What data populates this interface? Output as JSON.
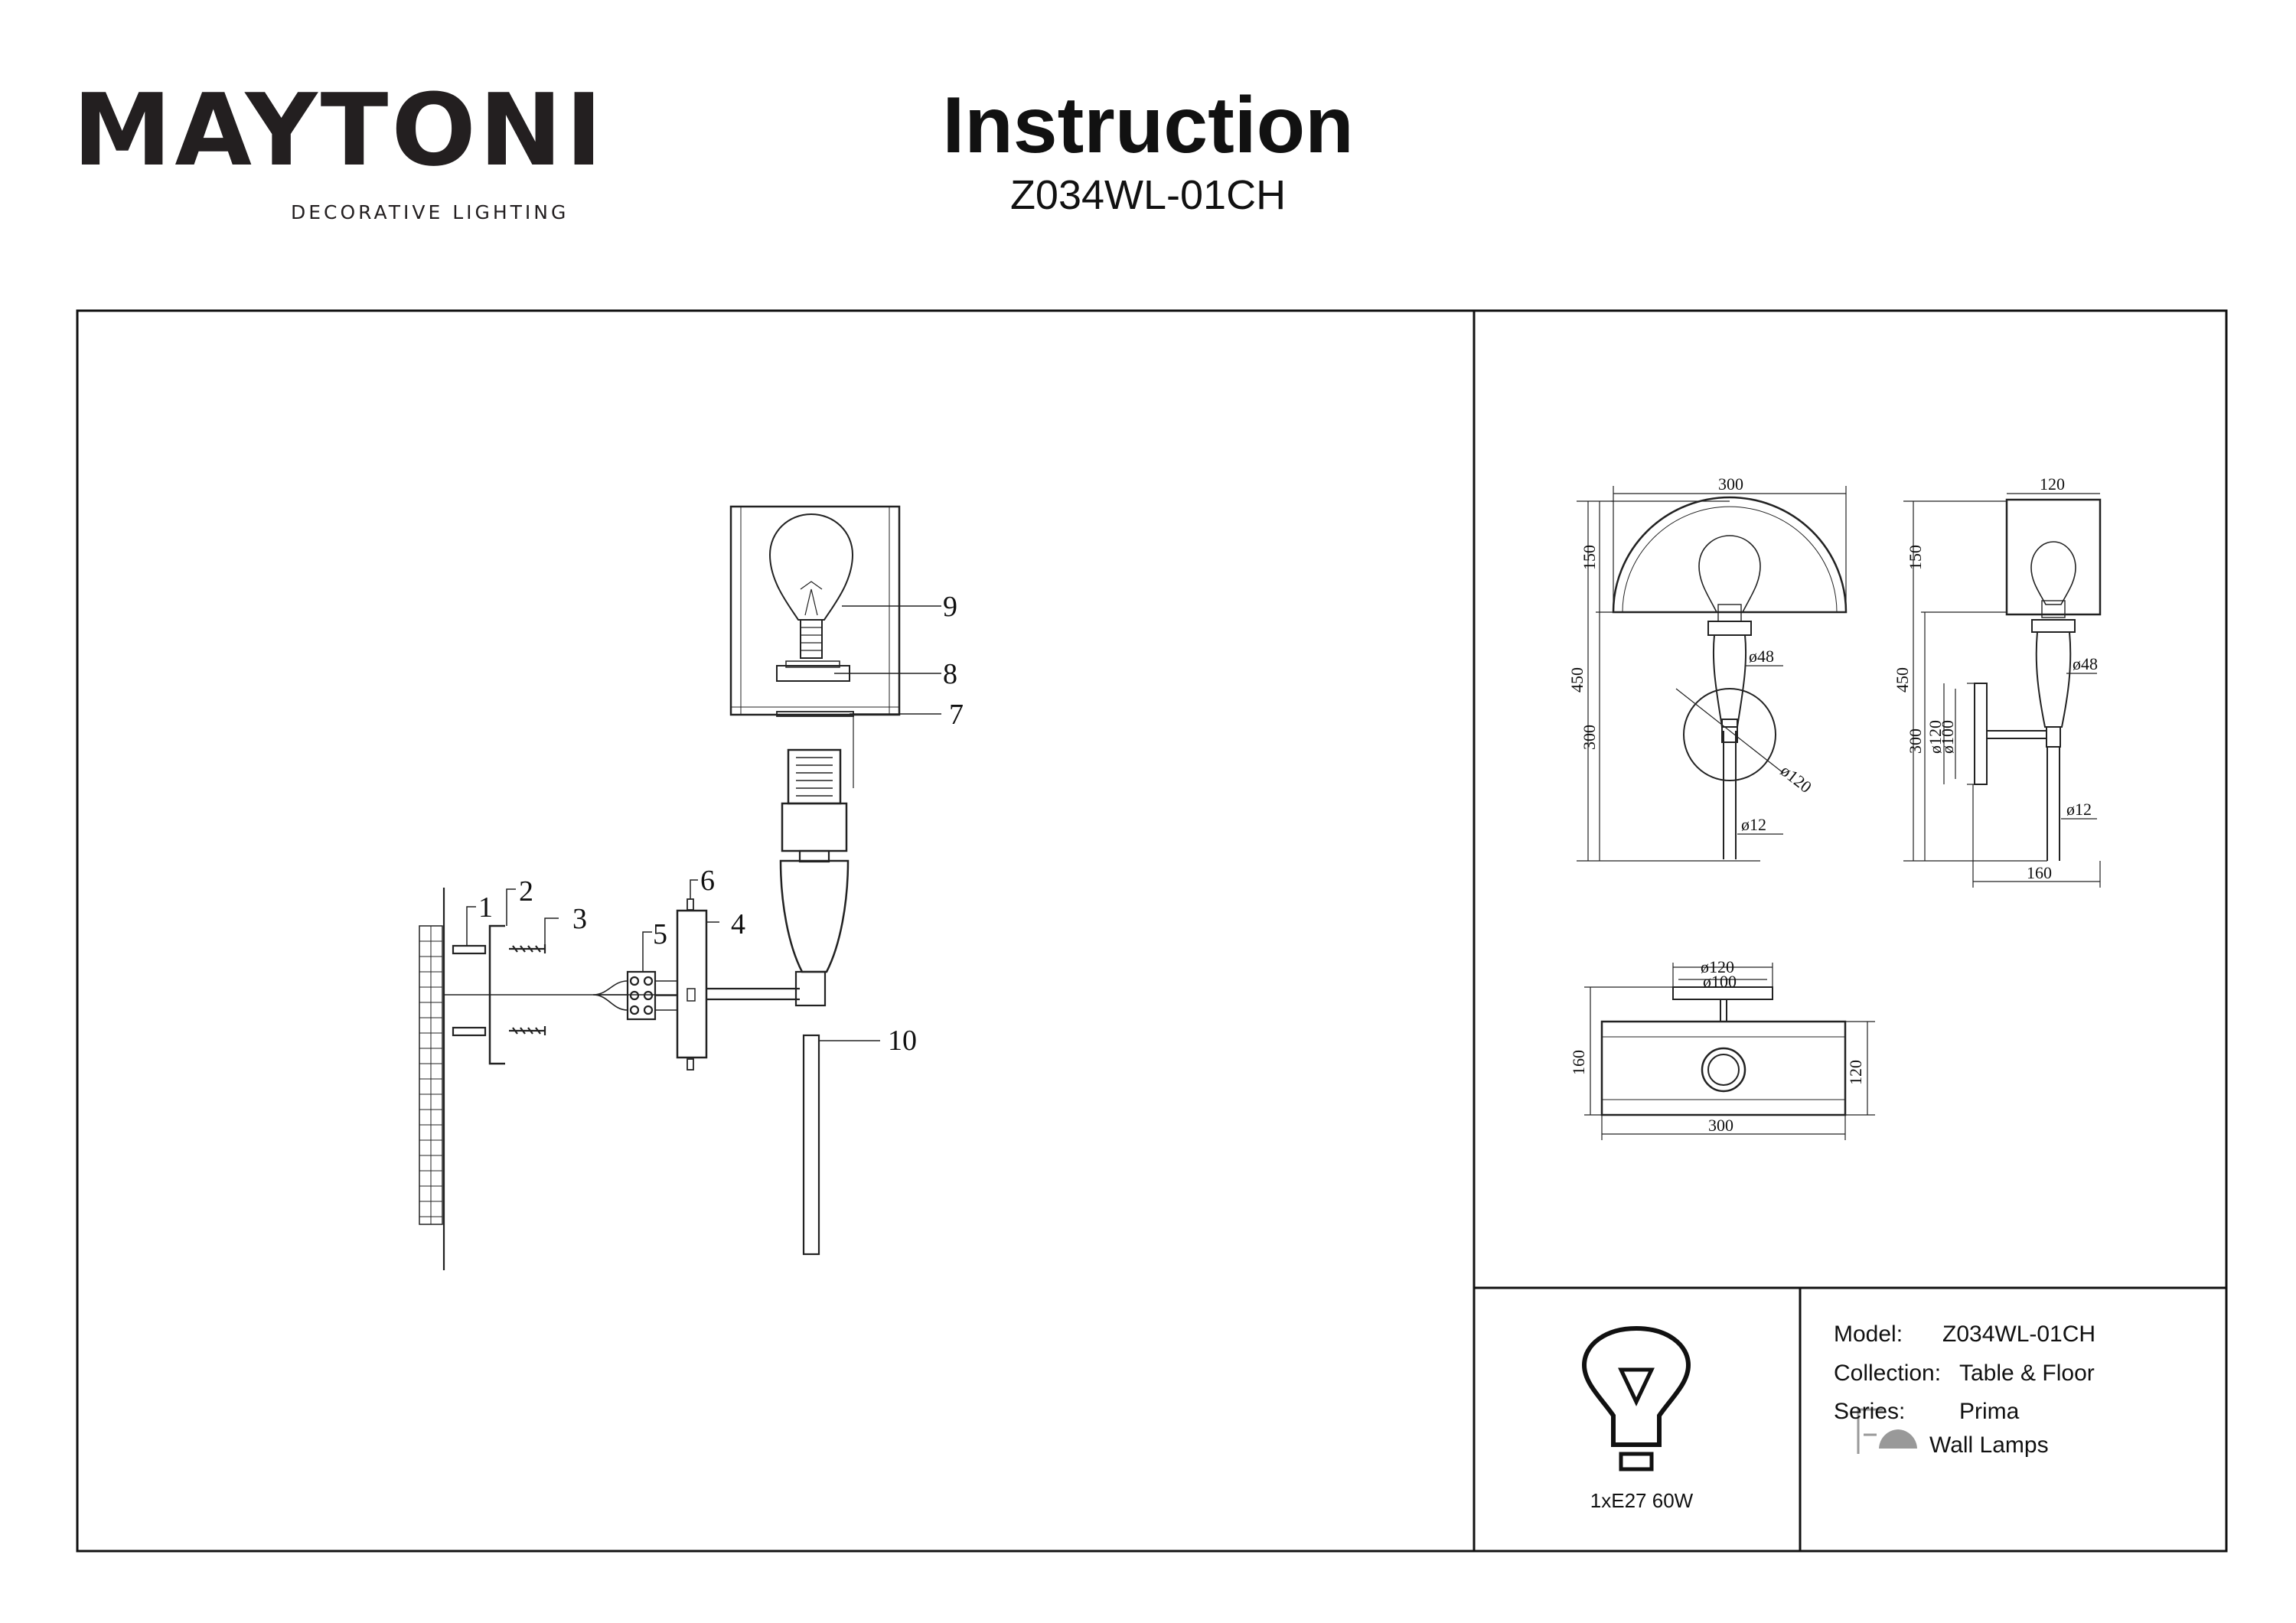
{
  "header": {
    "brand_logo": "MAYTONI",
    "brand_tagline": "DECORATIVE LIGHTING",
    "title": "Instruction",
    "model_code": "Z034WL-01CH"
  },
  "assembly": {
    "part_numbers": [
      "1",
      "2",
      "3",
      "4",
      "5",
      "6",
      "7",
      "8",
      "9",
      "10"
    ]
  },
  "dimensions": {
    "front": {
      "width": "300",
      "shade_height": "150",
      "total_height": "450",
      "lower_height": "300",
      "socket_dia": "ø48",
      "plate_dia": "ø120",
      "rod_dia": "ø12"
    },
    "side": {
      "width": "120",
      "shade_height": "150",
      "total_height": "450",
      "lower_height": "300",
      "plate_dia1": "ø120",
      "plate_dia2": "ø100",
      "socket_dia": "ø48",
      "rod_dia": "ø12",
      "depth": "160"
    },
    "top": {
      "plate_dia1": "ø120",
      "plate_dia2": "ø100",
      "depth": "160",
      "inner_depth": "120",
      "width": "300"
    }
  },
  "bulb": {
    "label": "1xE27 60W"
  },
  "specs": {
    "model_label": "Model:",
    "model_value": "Z034WL-01CH",
    "collection_label": "Collection:",
    "collection_value": "Table & Floor",
    "series_label": "Series:",
    "series_value": "Prima",
    "type_value": "Wall Lamps"
  }
}
